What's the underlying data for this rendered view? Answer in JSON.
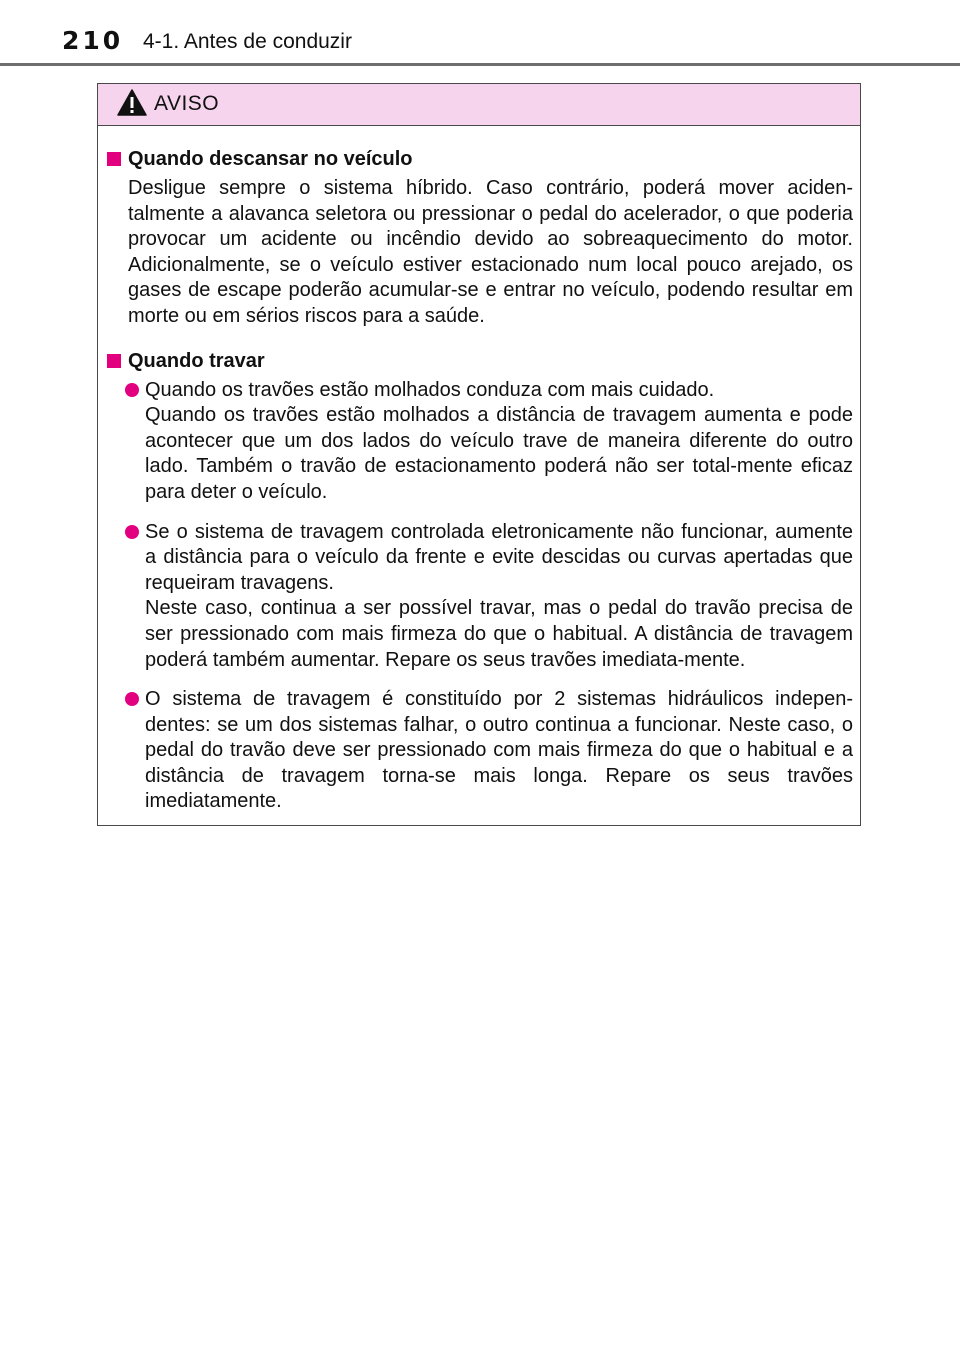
{
  "header": {
    "page_number": "210",
    "section_title": "4-1. Antes de conduzir"
  },
  "warning": {
    "label": "AVISO",
    "icon": "warning-triangle-icon",
    "sections": [
      {
        "heading": "Quando descansar no veículo",
        "paragraphs": [
          "Desligue sempre o sistema híbrido. Caso contrário, poderá mover aciden-talmente a alavanca seletora ou pressionar o pedal do acelerador, o que poderia provocar um acidente ou incêndio devido ao sobreaquecimento do motor. Adicionalmente, se o veículo estiver estacionado num local pouco arejado, os gases de escape poderão acumular-se e entrar no veículo, podendo resultar em morte ou em sérios riscos para a saúde."
        ]
      },
      {
        "heading": "Quando travar",
        "bullets": [
          {
            "lines": [
              "Quando os travões estão molhados conduza com mais cuidado.",
              "Quando os travões estão molhados a distância de travagem aumenta e pode acontecer que um dos lados do veículo trave de maneira diferente do outro lado. Também o travão de estacionamento poderá não ser total-mente eficaz para deter o veículo."
            ]
          },
          {
            "lines": [
              "Se o sistema de travagem controlada eletronicamente não funcionar, aumente a distância para o veículo da frente e evite descidas ou curvas apertadas que requeiram travagens.",
              "Neste caso, continua a ser possível travar, mas o pedal do travão precisa de ser pressionado com mais firmeza do que o habitual. A distância de travagem poderá também aumentar. Repare os seus travões imediata-mente."
            ]
          },
          {
            "lines": [
              "O sistema de travagem é constituído por 2 sistemas hidráulicos indepen-dentes: se um dos sistemas falhar, o outro continua a funcionar. Neste caso, o pedal do travão deve ser pressionado com mais firmeza do que o habitual e a distância de travagem torna-se mais longa. Repare os seus travões imediatamente."
            ]
          }
        ]
      }
    ]
  },
  "colors": {
    "accent": "#e3007f",
    "warning_header_bg": "#f7d4ee",
    "rule": "#6e6e6e"
  }
}
